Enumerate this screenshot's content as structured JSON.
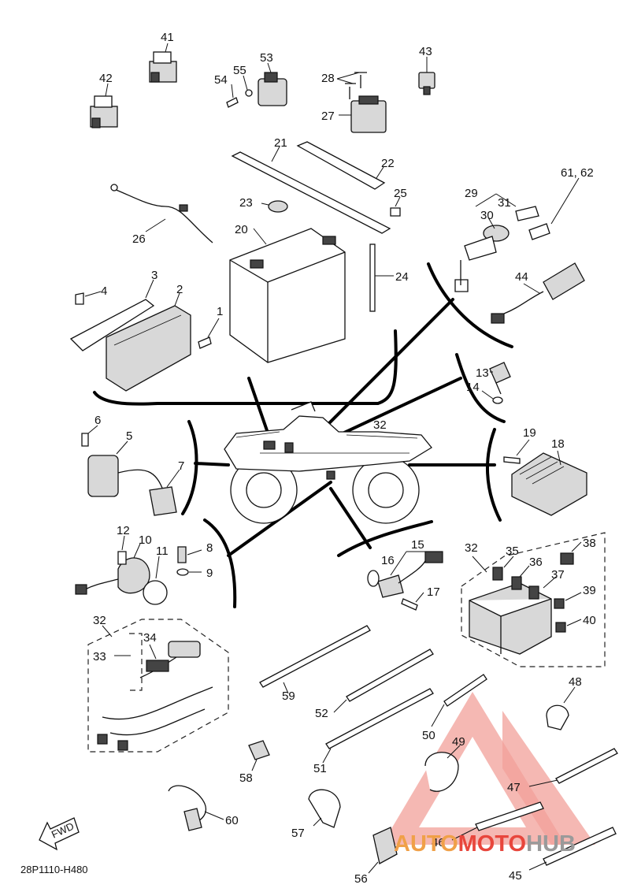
{
  "diagram": {
    "code": "28P1110-H480",
    "fwd_label": "FWD",
    "watermark": {
      "part1": "AUTO",
      "part2": "MOTO",
      "part3": "HUB",
      "color_red": "#e8463c",
      "color_orange": "#f0a048",
      "color_gray": "#9a9a9a"
    },
    "labels": {
      "p1": "1",
      "p2": "2",
      "p3": "3",
      "p4": "4",
      "p5": "5",
      "p6": "6",
      "p7": "7",
      "p8": "8",
      "p9": "9",
      "p10": "10",
      "p11": "11",
      "p12": "12",
      "p13": "13",
      "p14": "14",
      "p15": "15",
      "p16": "16",
      "p17": "17",
      "p18": "18",
      "p19": "19",
      "p20": "20",
      "p21": "21",
      "p22": "22",
      "p23": "23",
      "p24": "24",
      "p25": "25",
      "p26": "26",
      "p27": "27",
      "p28": "28",
      "p29": "29",
      "p30": "30",
      "p31": "31",
      "p32a": "32",
      "p32b": "32",
      "p32c": "32",
      "p33": "33",
      "p34": "34",
      "p35": "35",
      "p36": "36",
      "p37": "37",
      "p38": "38",
      "p39": "39",
      "p40": "40",
      "p41": "41",
      "p42": "42",
      "p43": "43",
      "p44": "44",
      "p45": "45",
      "p46": "46",
      "p47": "47",
      "p48": "48",
      "p49": "49",
      "p50": "50",
      "p51": "51",
      "p52": "52",
      "p53": "53",
      "p54": "54",
      "p55": "55",
      "p56": "56",
      "p57": "57",
      "p58": "58",
      "p59": "59",
      "p60": "60",
      "p61_62": "61, 62"
    }
  }
}
